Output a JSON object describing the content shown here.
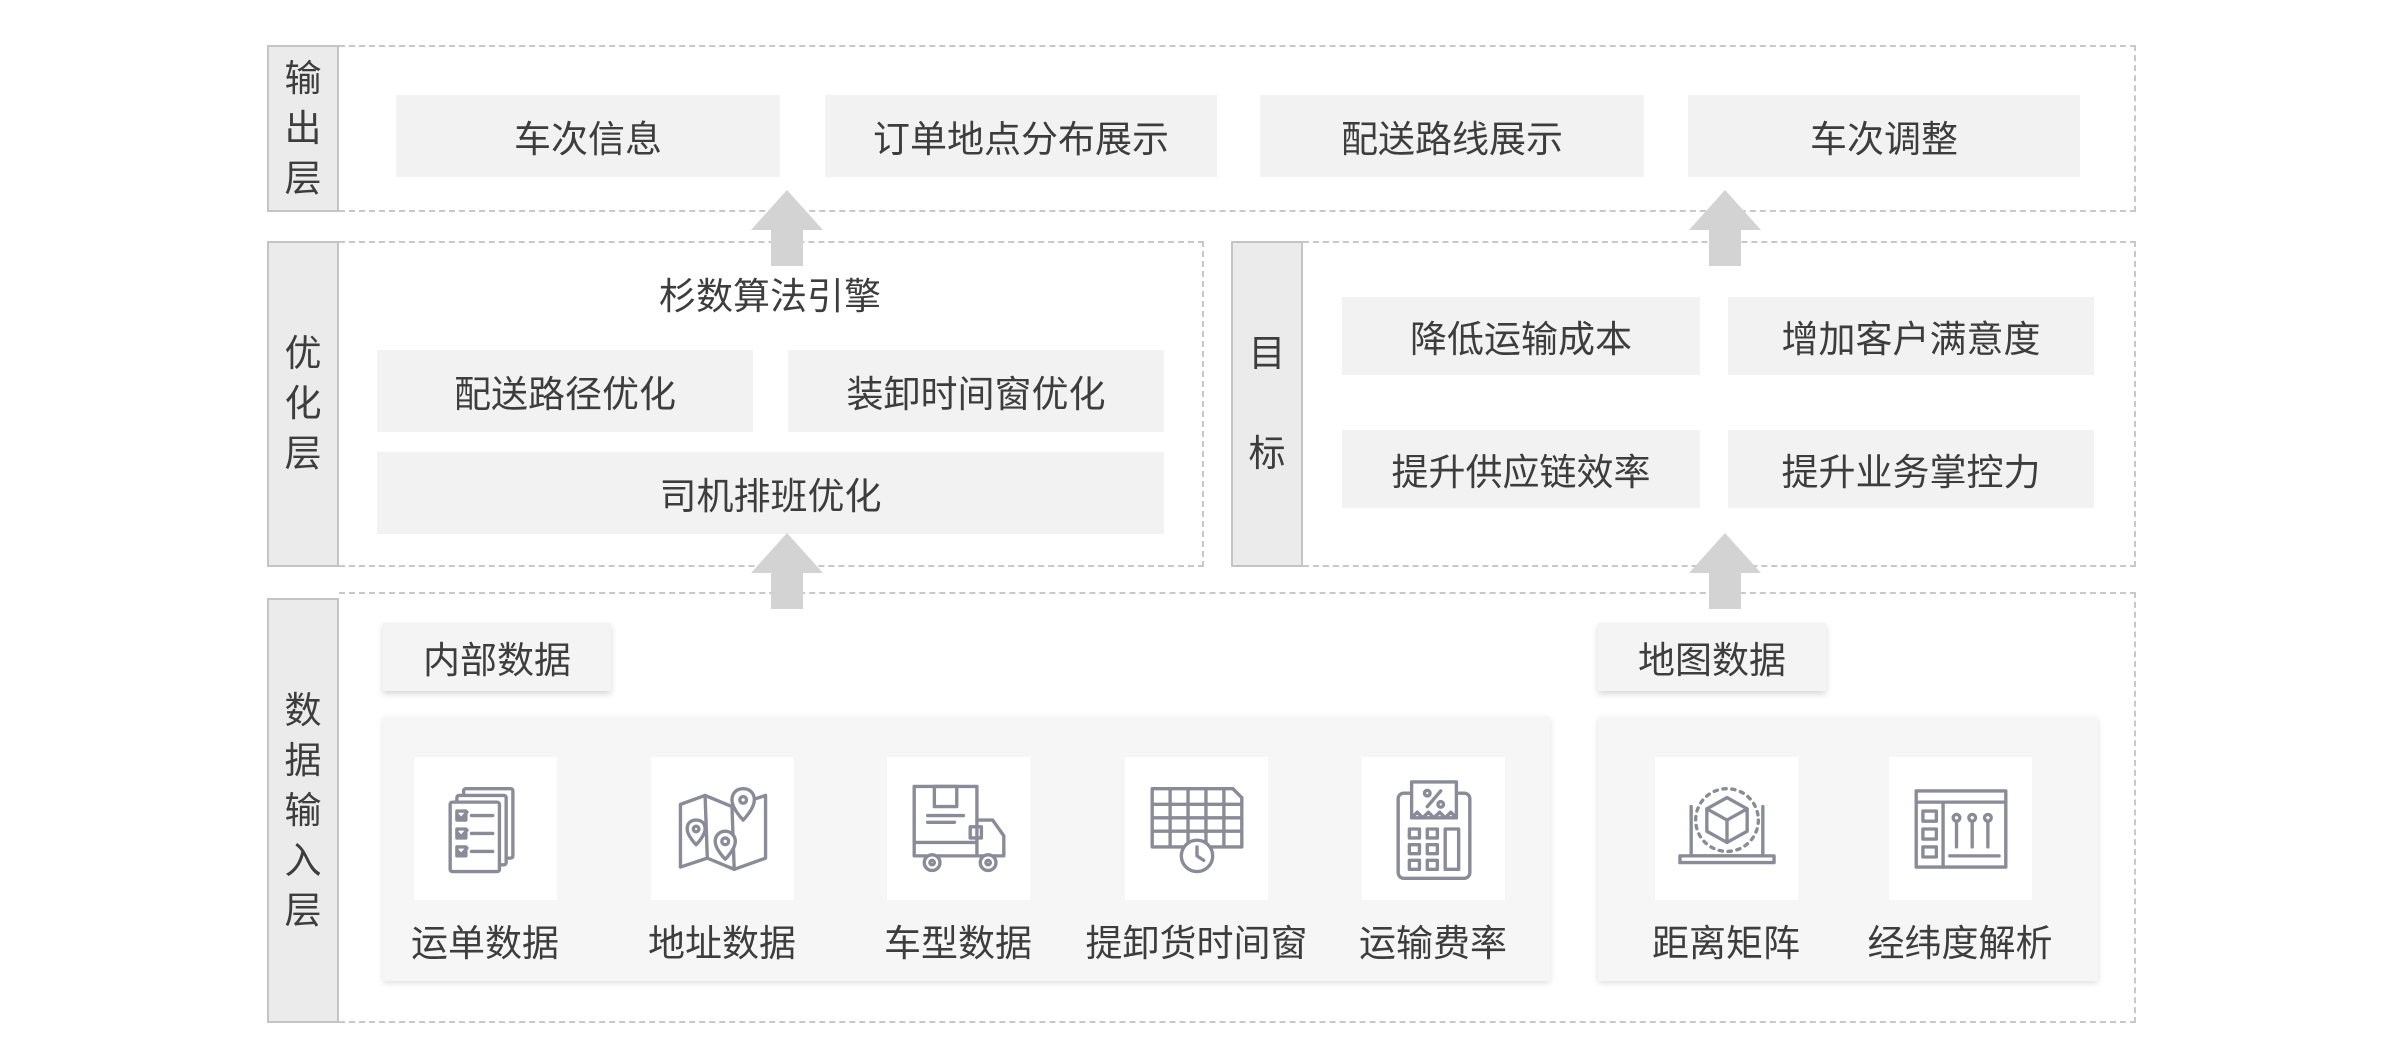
{
  "layers": {
    "output": {
      "label": [
        "输",
        "出",
        "层"
      ],
      "boxes": [
        "车次信息",
        "订单地点分布展示",
        "配送路线展示",
        "车次调整"
      ]
    },
    "optimize": {
      "label": [
        "优",
        "化",
        "层"
      ],
      "engine_title": "杉数算法引擎",
      "boxes": [
        "配送路径优化",
        "装卸时间窗优化",
        "司机排班优化"
      ]
    },
    "goal": {
      "label": [
        "目",
        "标"
      ],
      "boxes": [
        "降低运输成本",
        "增加客户满意度",
        "提升供应链效率",
        "提升业务掌控力"
      ]
    },
    "input": {
      "label": [
        "数",
        "据",
        "输",
        "入",
        "层"
      ],
      "internal": {
        "title": "内部数据",
        "items": [
          {
            "label": "运单数据",
            "icon": "documents-checklist-icon"
          },
          {
            "label": "地址数据",
            "icon": "map-pins-icon"
          },
          {
            "label": "车型数据",
            "icon": "delivery-truck-icon"
          },
          {
            "label": "提卸货时间窗",
            "icon": "calendar-clock-icon"
          },
          {
            "label": "运输费率",
            "icon": "calculator-percent-icon"
          }
        ]
      },
      "map": {
        "title": "地图数据",
        "items": [
          {
            "label": "距离矩阵",
            "icon": "laptop-3d-cube-icon"
          },
          {
            "label": "经纬度解析",
            "icon": "control-panel-icon"
          }
        ]
      }
    }
  },
  "colors": {
    "side_bg": "#ebebeb",
    "box_bg": "#f2f2f2",
    "dash_border": "#c8c8c8",
    "arrow": "#d3d3d3",
    "icon_stroke": "#8a8a98",
    "text": "#3d3d3d"
  }
}
